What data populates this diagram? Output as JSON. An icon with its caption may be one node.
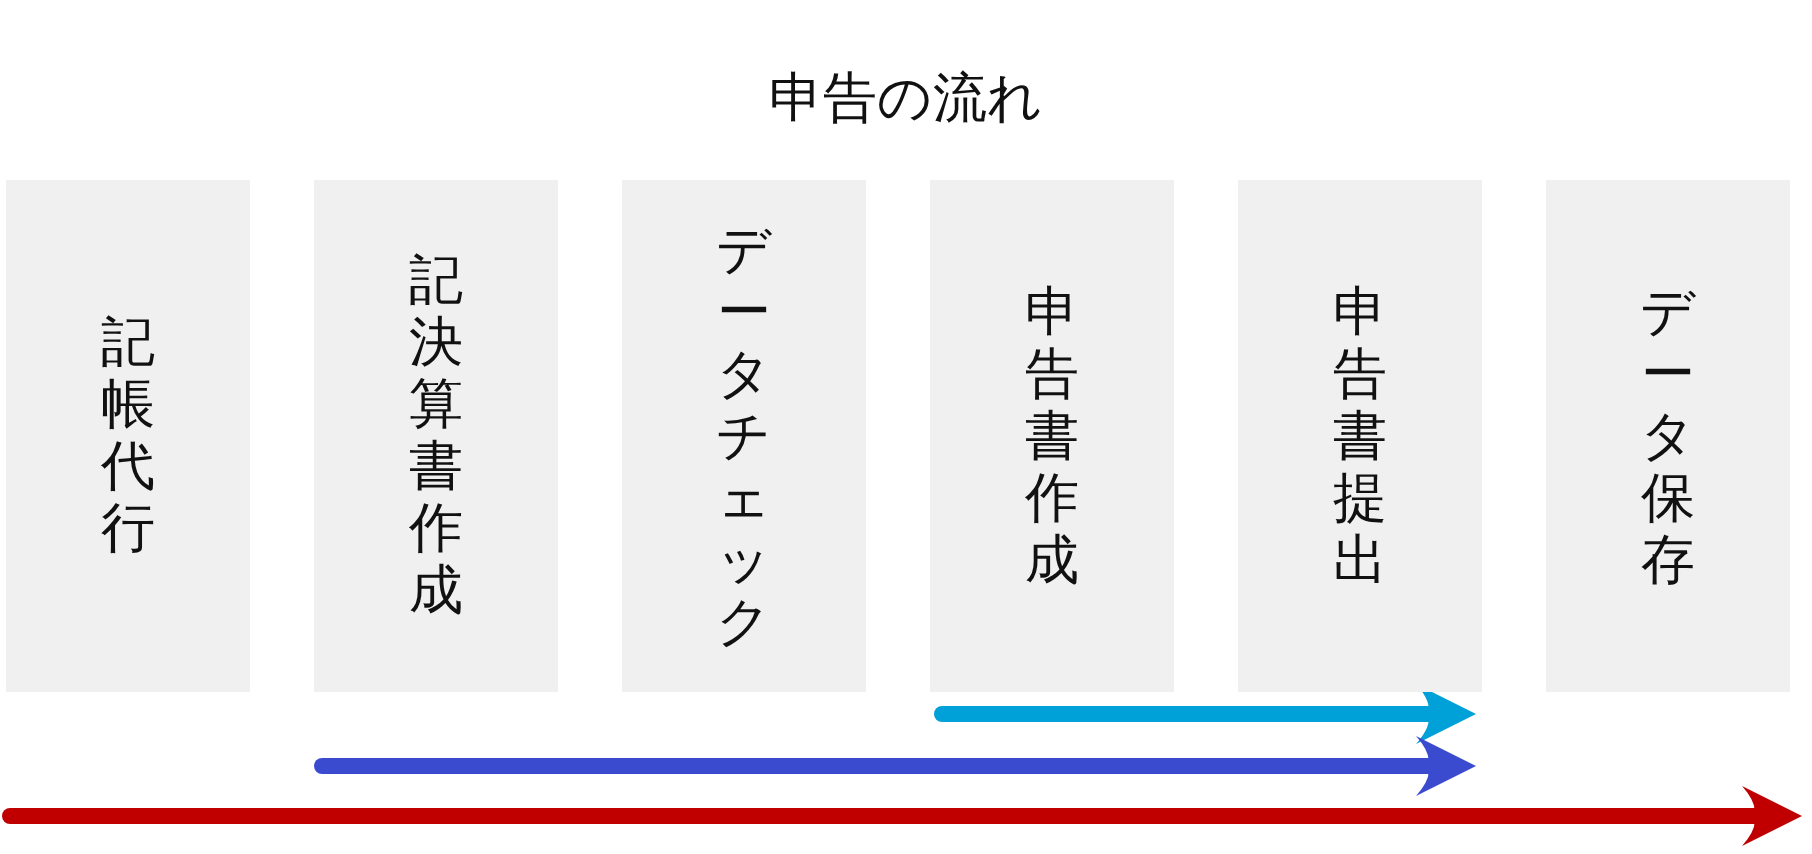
{
  "diagram": {
    "title": "申告の流れ",
    "nodes": [
      {
        "text": [
          "記帳代行"
        ]
      },
      {
        "text": [
          "記決算書作成"
        ]
      },
      {
        "text": [
          "データチェック"
        ]
      },
      {
        "text": [
          "申告書作成"
        ]
      },
      {
        "text": [
          "申告書提出"
        ]
      },
      {
        "text": [
          "データ保存"
        ]
      }
    ]
  }
}
